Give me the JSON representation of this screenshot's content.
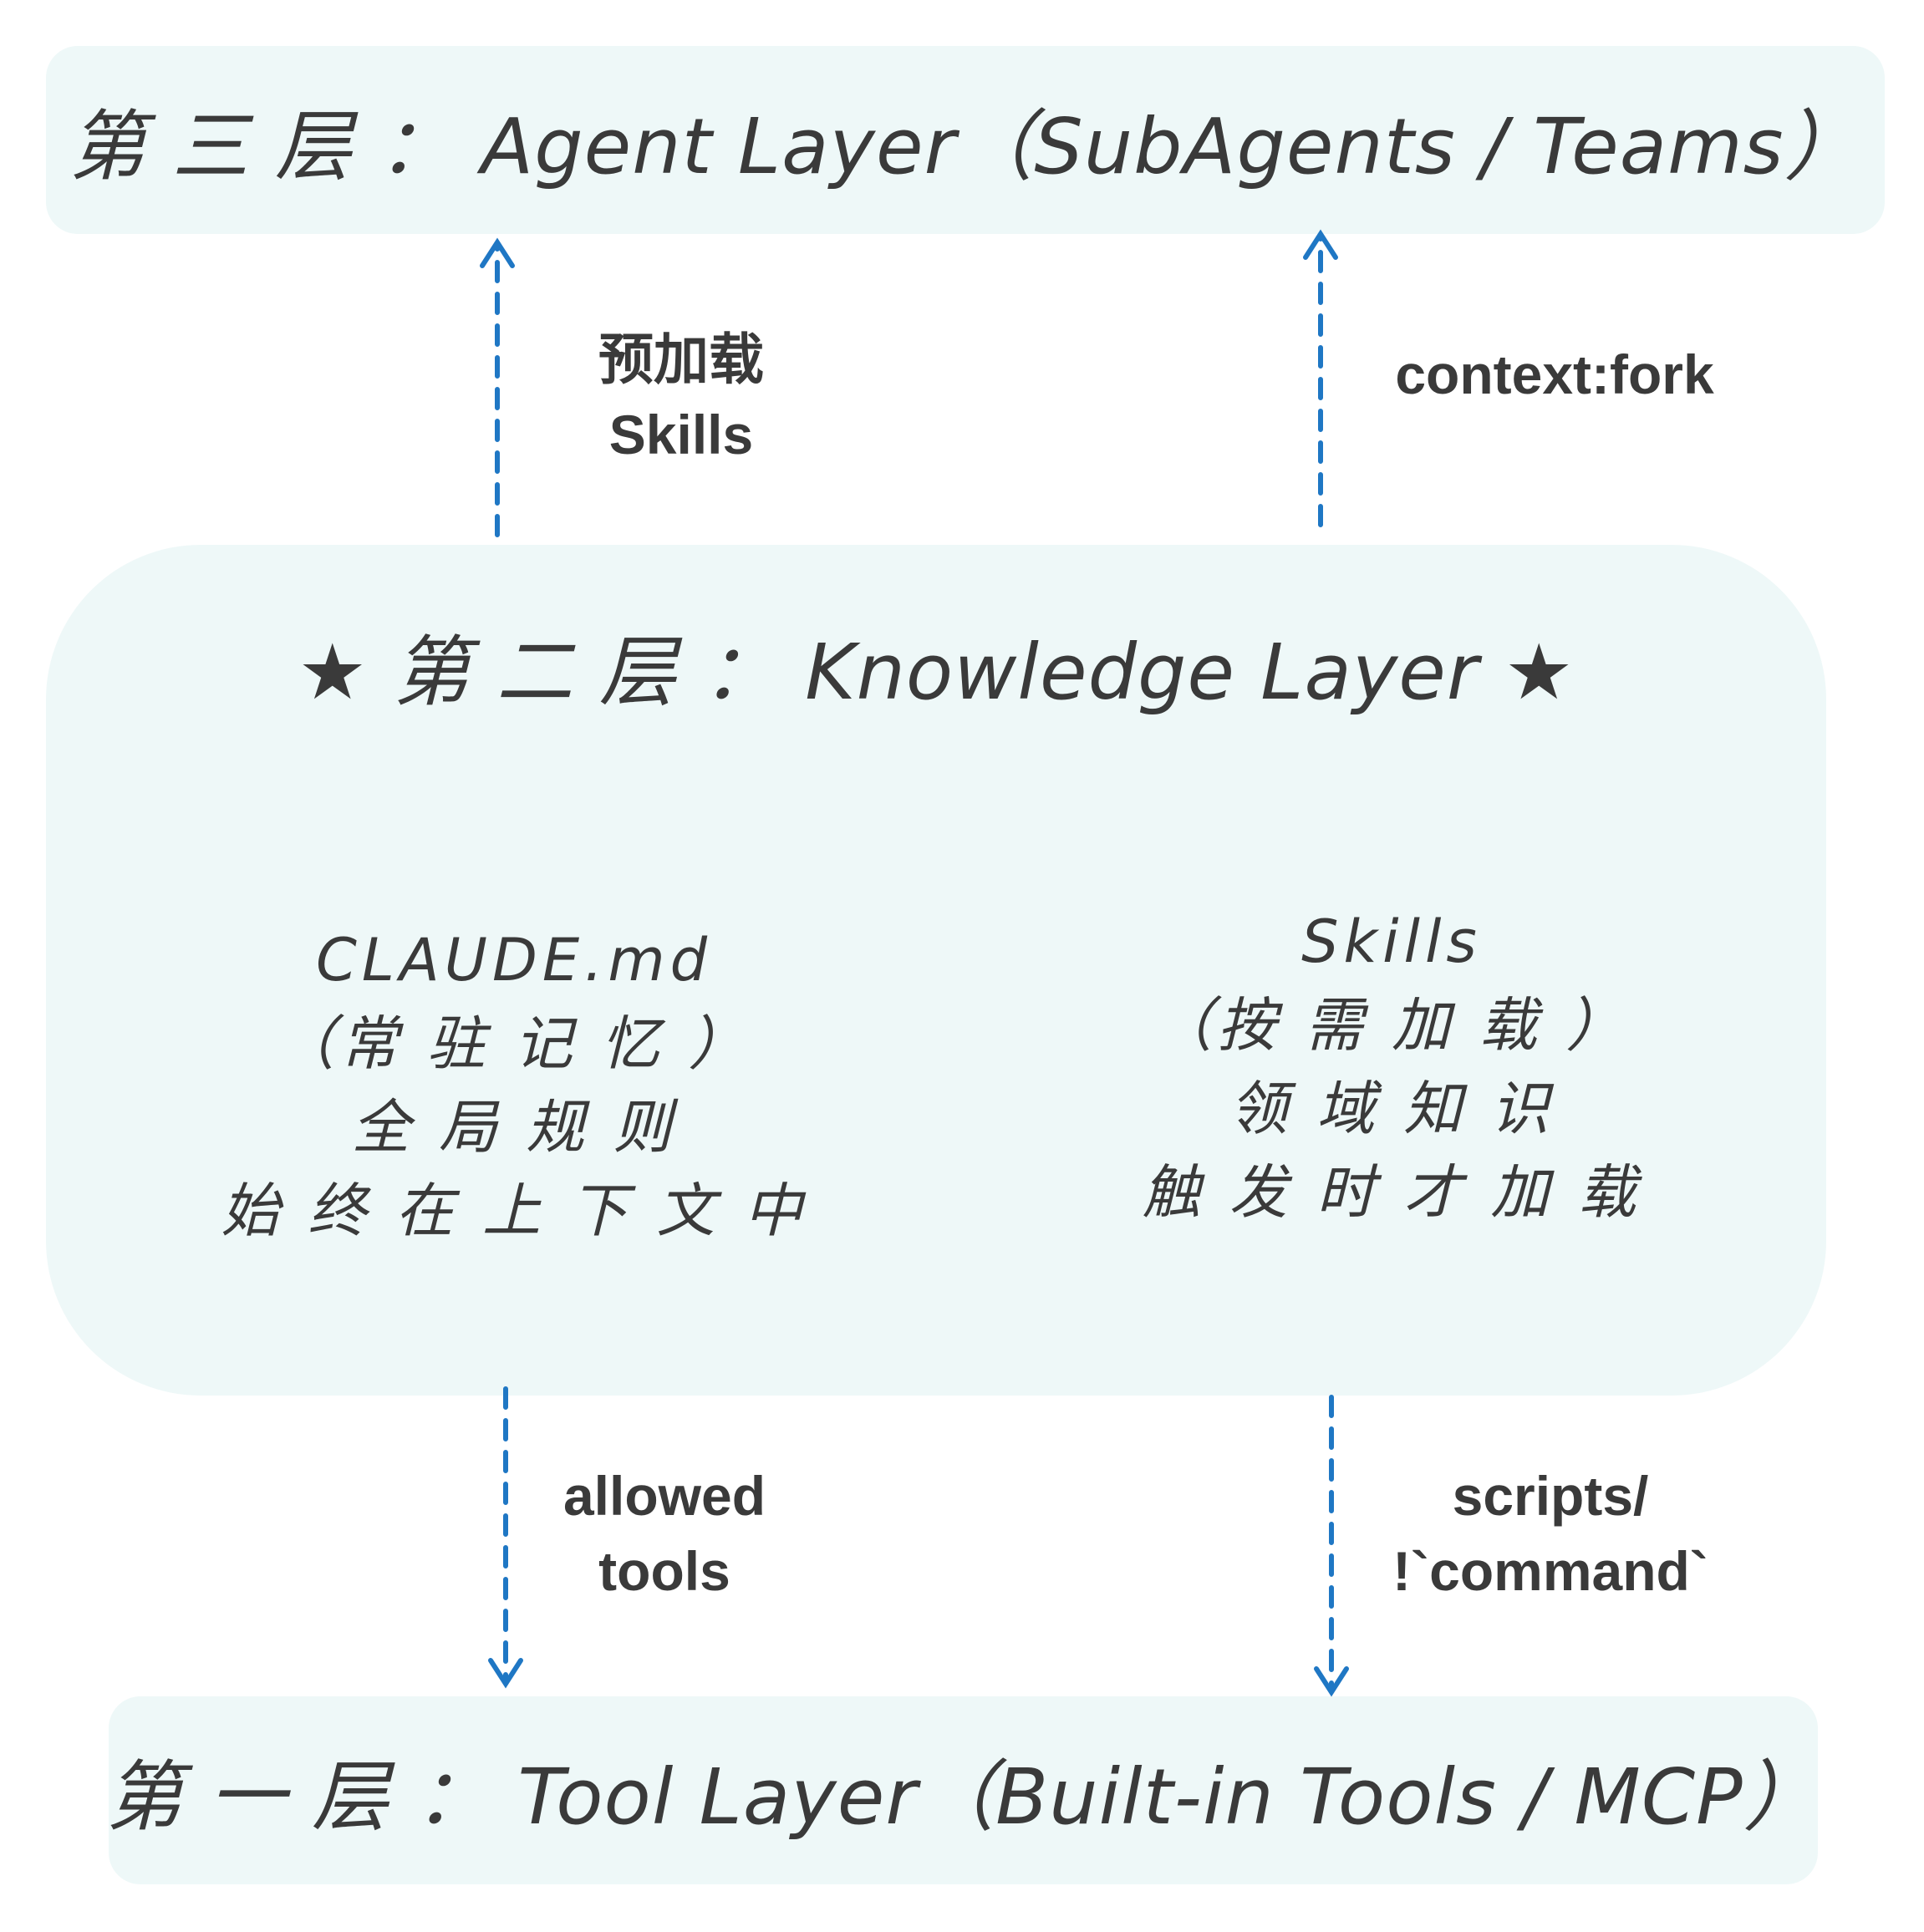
{
  "layers": {
    "agent": {
      "title": "第 三 层 ： Agent Layer（SubAgents / Teams）"
    },
    "knowledge": {
      "title": "★ 第 二 层 ： Knowledge Layer ★",
      "left": {
        "name": "CLAUDE.md",
        "sub": "（常 驻 记 忆 ）",
        "line1": "全 局 规 则",
        "line2": "始 终 在 上 下 文 中"
      },
      "right": {
        "name": "Skills",
        "sub": "（按 需 加 载 ）",
        "line1": "领 域 知 识",
        "line2": "触 发 时 才 加 载"
      }
    },
    "tool": {
      "title": "第 一 层 ： Tool Layer（Built-in Tools / MCP）"
    }
  },
  "edges": {
    "preload": {
      "line1": "预加载",
      "line2": "Skills"
    },
    "fork": {
      "line1": "context:fork"
    },
    "allowed": {
      "line1": "allowed",
      "line2": "tools"
    },
    "scripts": {
      "line1": "scripts/",
      "line2": "!`command`"
    }
  },
  "colors": {
    "box_fill": "#eef8f8",
    "arrow": "#1f77c4",
    "text": "#3a3a3a"
  }
}
